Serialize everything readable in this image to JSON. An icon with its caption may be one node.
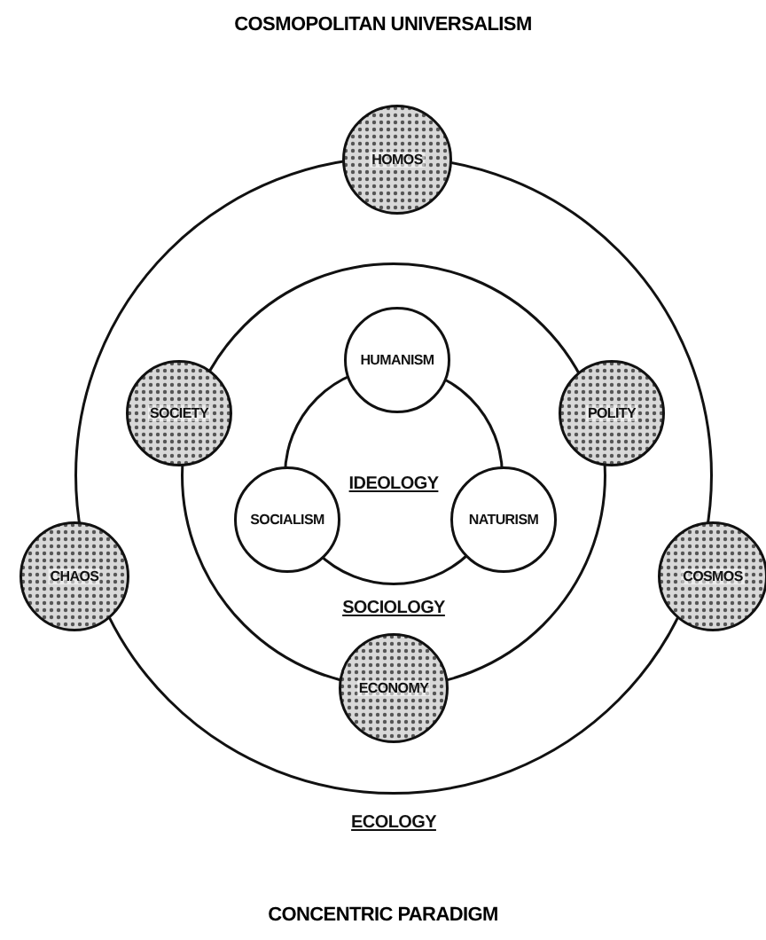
{
  "diagram": {
    "title": "COSMOPOLITAN UNIVERSALISM",
    "caption": "CONCENTRIC PARADIGM",
    "nodes": [
      {
        "text": [
          "ECOLOGY"
        ]
      },
      {
        "text": [
          "HOMOS"
        ]
      },
      {
        "text": [
          "CHAOS"
        ]
      },
      {
        "text": [
          "COSMOS"
        ]
      },
      {
        "text": [
          "SOCIOLOGY"
        ],
        "in": 0
      },
      {
        "text": [
          "SOCIETY"
        ],
        "in": 0
      },
      {
        "text": [
          "POLITY"
        ],
        "in": 0
      },
      {
        "text": [
          "ECONOMY"
        ],
        "in": 0
      },
      {
        "text": [
          "IDEOLOGY"
        ],
        "in": 4
      },
      {
        "text": [
          "HUMANISM"
        ],
        "in": 4
      },
      {
        "text": [
          "SOCIALISM"
        ],
        "in": 4
      },
      {
        "text": [
          "NATURISM"
        ],
        "in": 4
      }
    ]
  }
}
